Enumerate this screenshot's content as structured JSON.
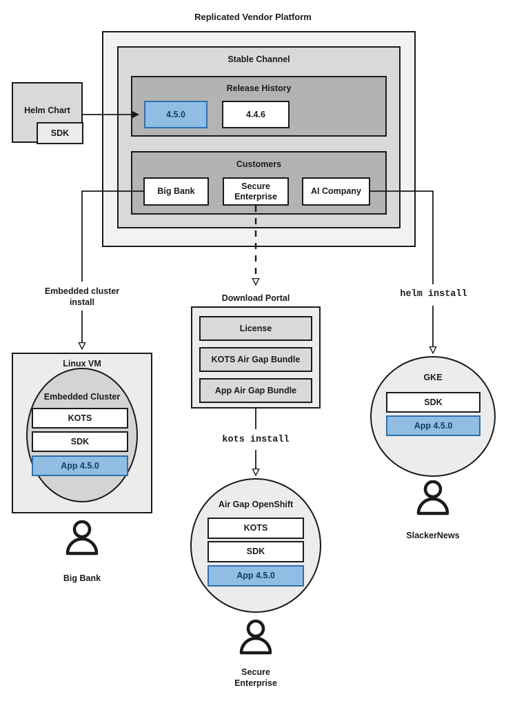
{
  "diagram": {
    "title": "Replicated Vendor Platform",
    "platform": {
      "stable_channel": {
        "label": "Stable Channel",
        "release_history": {
          "label": "Release History",
          "releases": [
            {
              "version": "4.5.0",
              "highlighted": true
            },
            {
              "version": "4.4.6",
              "highlighted": false
            }
          ]
        },
        "customers": {
          "label": "Customers",
          "items": [
            {
              "name": "Big Bank"
            },
            {
              "name": "Secure\nEnterprise"
            },
            {
              "name": "AI Company"
            }
          ]
        }
      }
    },
    "source": {
      "helm_chart": "Helm Chart",
      "sdk": "SDK"
    },
    "edge_labels": {
      "embedded_cluster_install": "Embedded cluster\ninstall",
      "kots_install": "kots install",
      "helm_install": "helm install"
    },
    "download_portal": {
      "label": "Download Portal",
      "artifacts": [
        "License",
        "KOTS Air Gap Bundle",
        "App Air Gap Bundle"
      ]
    },
    "targets": [
      {
        "id": "linux-vm",
        "label": "Linux VM",
        "inner_label": "Embedded Cluster",
        "components": [
          {
            "name": "KOTS",
            "highlighted": false
          },
          {
            "name": "SDK",
            "highlighted": false
          },
          {
            "name": "App 4.5.0",
            "highlighted": true
          }
        ],
        "customer": "Big Bank"
      },
      {
        "id": "air-gap-openshift",
        "label": "Air Gap OpenShift",
        "components": [
          {
            "name": "KOTS",
            "highlighted": false
          },
          {
            "name": "SDK",
            "highlighted": false
          },
          {
            "name": "App 4.5.0",
            "highlighted": true
          }
        ],
        "customer": "Secure\nEnterprise"
      },
      {
        "id": "gke",
        "label": "GKE",
        "components": [
          {
            "name": "SDK",
            "highlighted": false
          },
          {
            "name": "App 4.5.0",
            "highlighted": true
          }
        ],
        "customer": "SlackerNews"
      }
    ],
    "colors": {
      "highlight_fill": "#8fbde4",
      "highlight_border": "#2f6fa8",
      "highlight_text": "#143c63",
      "outline": "#1a1a1a",
      "gray_outer": "#f2f2f2",
      "gray_mid": "#d9d9d9",
      "gray_inner": "#b3b3b3"
    }
  }
}
